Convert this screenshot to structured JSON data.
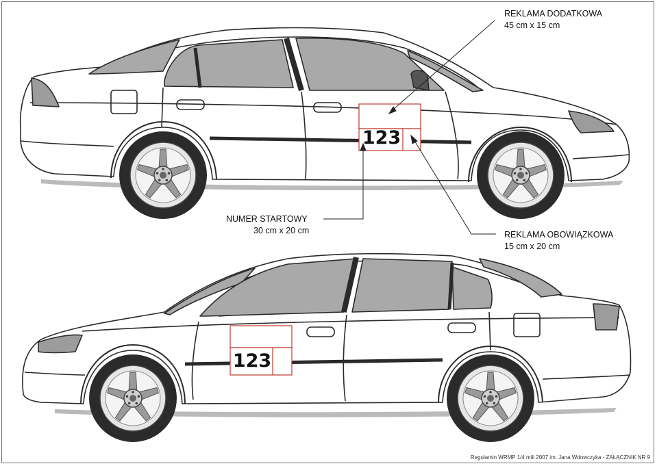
{
  "labels": {
    "extra_ad_title": "REKLAMA DODATKOWA",
    "extra_ad_size": "45 cm x 15 cm",
    "start_number_title": "NUMER STARTOWY",
    "start_number_size": "30 cm x 20 cm",
    "mandatory_ad_title": "REKLAMA OBOWIĄZKOWA",
    "mandatory_ad_size": "15 cm x 20 cm"
  },
  "plate_number_top": "123",
  "plate_number_bottom": "123",
  "footer": "Regulamin WRMP 1/4 mili 2007 im. Jana Wdowczyka - ZAŁĄCZNIK NR 9",
  "colors": {
    "outline": "#2a2a2a",
    "glass": "#a9a9a9",
    "tire": "#2b2b2b",
    "plate_border": "#c0392b"
  }
}
